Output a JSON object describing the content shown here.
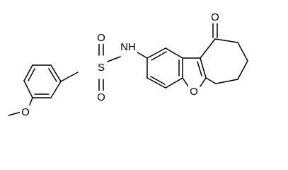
{
  "atoms": {
    "methoxy_o": "O",
    "sulfonyl_s": "S",
    "sulfonyl_o_top": "O",
    "sulfonyl_o_bottom": "O",
    "amide_nh": "NH",
    "ketone_o": "O",
    "furan_o": "O"
  },
  "colors": {
    "bond": "#000000",
    "background": "#ffffff"
  }
}
